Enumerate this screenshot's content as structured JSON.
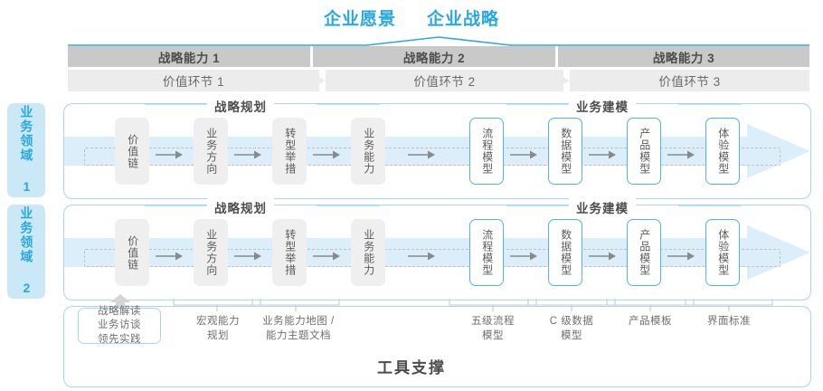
{
  "header": {
    "vision_label": "企业愿景",
    "strategy_label": "企业战略"
  },
  "capability_bars": [
    {
      "label": "战略能力 1"
    },
    {
      "label": "战略能力 2"
    },
    {
      "label": "战略能力 3"
    }
  ],
  "value_bars": [
    {
      "label": "价值环节 1"
    },
    {
      "label": "价值环节 2"
    },
    {
      "label": "价值环节 3"
    }
  ],
  "domains": [
    {
      "label": "业务领域 1"
    },
    {
      "label": "业务领域 2"
    }
  ],
  "sections": {
    "planning_label": "战略规划",
    "modeling_label": "业务建模"
  },
  "nodes": {
    "planning": [
      {
        "label": "价值链"
      },
      {
        "label": "业务方向"
      },
      {
        "label": "转型举措"
      },
      {
        "label": "业务能力"
      }
    ],
    "modeling": [
      {
        "label": "流程模型"
      },
      {
        "label": "数据模型"
      },
      {
        "label": "产品模型"
      },
      {
        "label": "体验模型"
      }
    ]
  },
  "tools": {
    "title": "工具支撑",
    "chip": "战略解读\n业务访谈\n领先实践",
    "labels": [
      {
        "label": "宏观能力\n规划"
      },
      {
        "label": "业务能力地图 /\n能力主题文档"
      },
      {
        "label": "五级流程\n模型"
      },
      {
        "label": "C 级数据\n模型"
      },
      {
        "label": "产品模板"
      },
      {
        "label": "界面标准"
      }
    ]
  },
  "colors": {
    "accent_blue": "#29a8e0",
    "light_blue": "#cbe8f7",
    "border_blue": "#a8d8ef",
    "bar_dark": "#c9c9c9",
    "bar_light": "#ececec",
    "node_gray": "#efefef",
    "text_gray": "#5b5b5b"
  }
}
